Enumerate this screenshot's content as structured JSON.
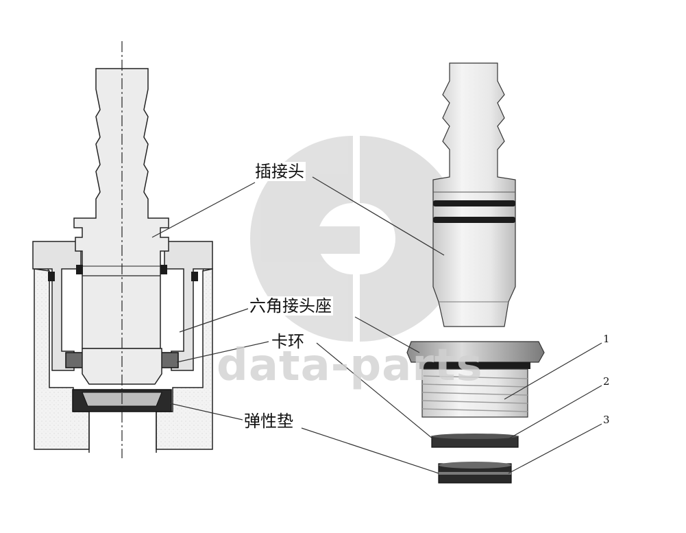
{
  "labels": {
    "plug": "插接头",
    "hex_seat": "六角接头座",
    "snap_ring": "卡环",
    "elastic_pad": "弹性垫"
  },
  "numbers": [
    "1",
    "2",
    "3"
  ],
  "watermark": {
    "text": "data-parts",
    "logo": "GD"
  },
  "colors": {
    "part_fill": "#e6e6e6",
    "body_fill": "#f1f1f1",
    "outline": "#222222",
    "seal": "#1c1c1c",
    "watermark": "#d6d6d6"
  }
}
